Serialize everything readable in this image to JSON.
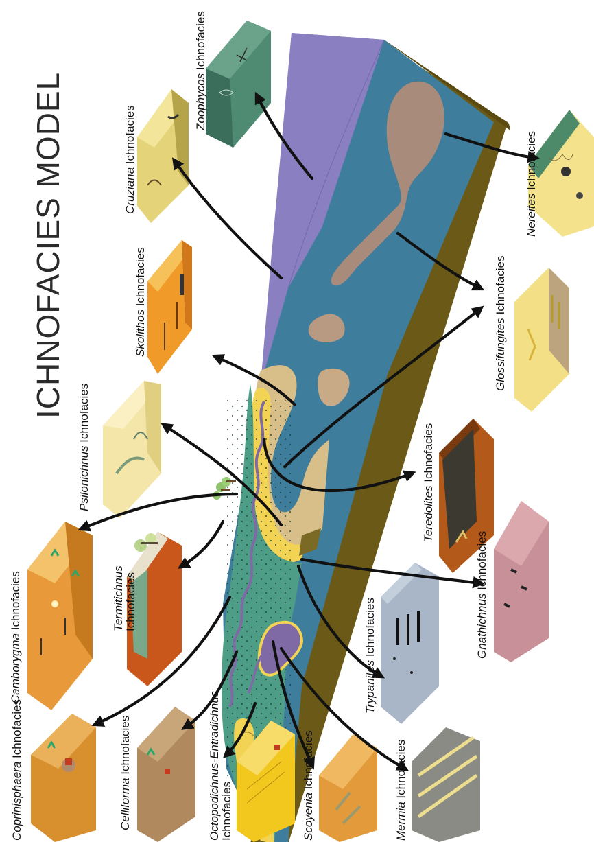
{
  "title": "ICHNOFACIES MODEL",
  "colors": {
    "deep_ocean": "#8a7fc0",
    "shelf_blue": "#3f7d9c",
    "fan_brown": "#a88b7b",
    "sand_tan": "#d8bf8a",
    "beach_yellow": "#f2d354",
    "coastal_green": "#4e9d86",
    "channel_purple": "#7f6aa6",
    "wall_olive": "#6b5a17"
  },
  "labels": {
    "zoophycos": {
      "italic": "Zoophycos",
      "rest": " Ichnofacies"
    },
    "cruziana": {
      "italic": "Cruziana",
      "rest": " Ichnofacies"
    },
    "nereites": {
      "italic": "Nereites",
      "rest": " Ichnofacies"
    },
    "skolithos": {
      "italic": "Skolithos",
      "rest": " Ichnofacies"
    },
    "glossifungites": {
      "italic": "Glossifungites",
      "rest": " Ichnofacies"
    },
    "psilonichnus": {
      "italic": "Psilonichnus",
      "rest": " Ichnofacies"
    },
    "teredolites": {
      "italic": "Teredolites",
      "rest": " Ichnofacies"
    },
    "camborygma": {
      "italic": "Camborygma",
      "rest": " Ichnofacies"
    },
    "termitichnus": {
      "italic": "Termitichnus",
      "rest": "Ichnofacies"
    },
    "gnathichnus": {
      "italic": "Gnathichnus",
      "rest": " Ichnofacies"
    },
    "trypanites": {
      "italic": "Trypanites",
      "rest": " Ichnofacies"
    },
    "coprinisphaera": {
      "italic": "Coprinisphaera",
      "rest": " Ichnofacies"
    },
    "celliforma": {
      "italic": "Celliforma",
      "rest": " Ichnofacies"
    },
    "octopodichnus": {
      "italic": "Octopodichnus-Entradichnus",
      "rest": "Ichnofacies"
    },
    "scoyenia": {
      "italic": "Scoyenia",
      "rest": " Ichnofacies"
    },
    "mermia": {
      "italic": "Mermia",
      "rest": " Ichnofacies"
    }
  }
}
